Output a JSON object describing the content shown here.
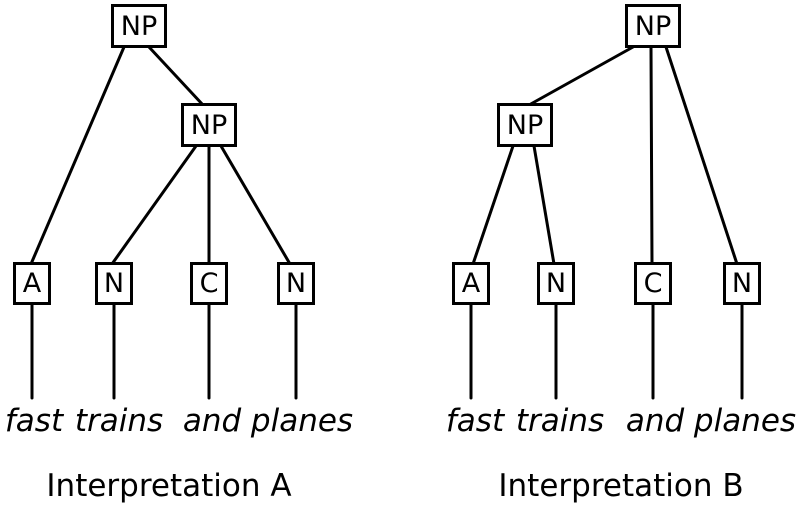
{
  "diagram": {
    "type": "syntax-trees",
    "phrase": "fast trains and planes",
    "ink_color": "#000000",
    "background_color": "#ffffff"
  },
  "trees": [
    {
      "caption": "Interpretation A",
      "root_label": "NP",
      "inner_label": "NP",
      "leaves": [
        {
          "label": "A",
          "word": "fast"
        },
        {
          "label": "N",
          "word": "trains"
        },
        {
          "label": "C",
          "word": "and"
        },
        {
          "label": "N",
          "word": "planes"
        }
      ],
      "edges": [
        "NP(root) -> A",
        "NP(root) -> NP(inner)",
        "NP(inner) -> N(trains)",
        "NP(inner) -> C(and)",
        "NP(inner) -> N(planes)"
      ]
    },
    {
      "caption": "Interpretation B",
      "root_label": "NP",
      "inner_label": "NP",
      "leaves": [
        {
          "label": "A",
          "word": "fast"
        },
        {
          "label": "N",
          "word": "trains"
        },
        {
          "label": "C",
          "word": "and"
        },
        {
          "label": "N",
          "word": "planes"
        }
      ],
      "edges": [
        "NP(root) -> NP(inner)",
        "NP(root) -> C(and)",
        "NP(root) -> N(planes)",
        "NP(inner) -> A(fast)",
        "NP(inner) -> N(trains)"
      ]
    }
  ]
}
